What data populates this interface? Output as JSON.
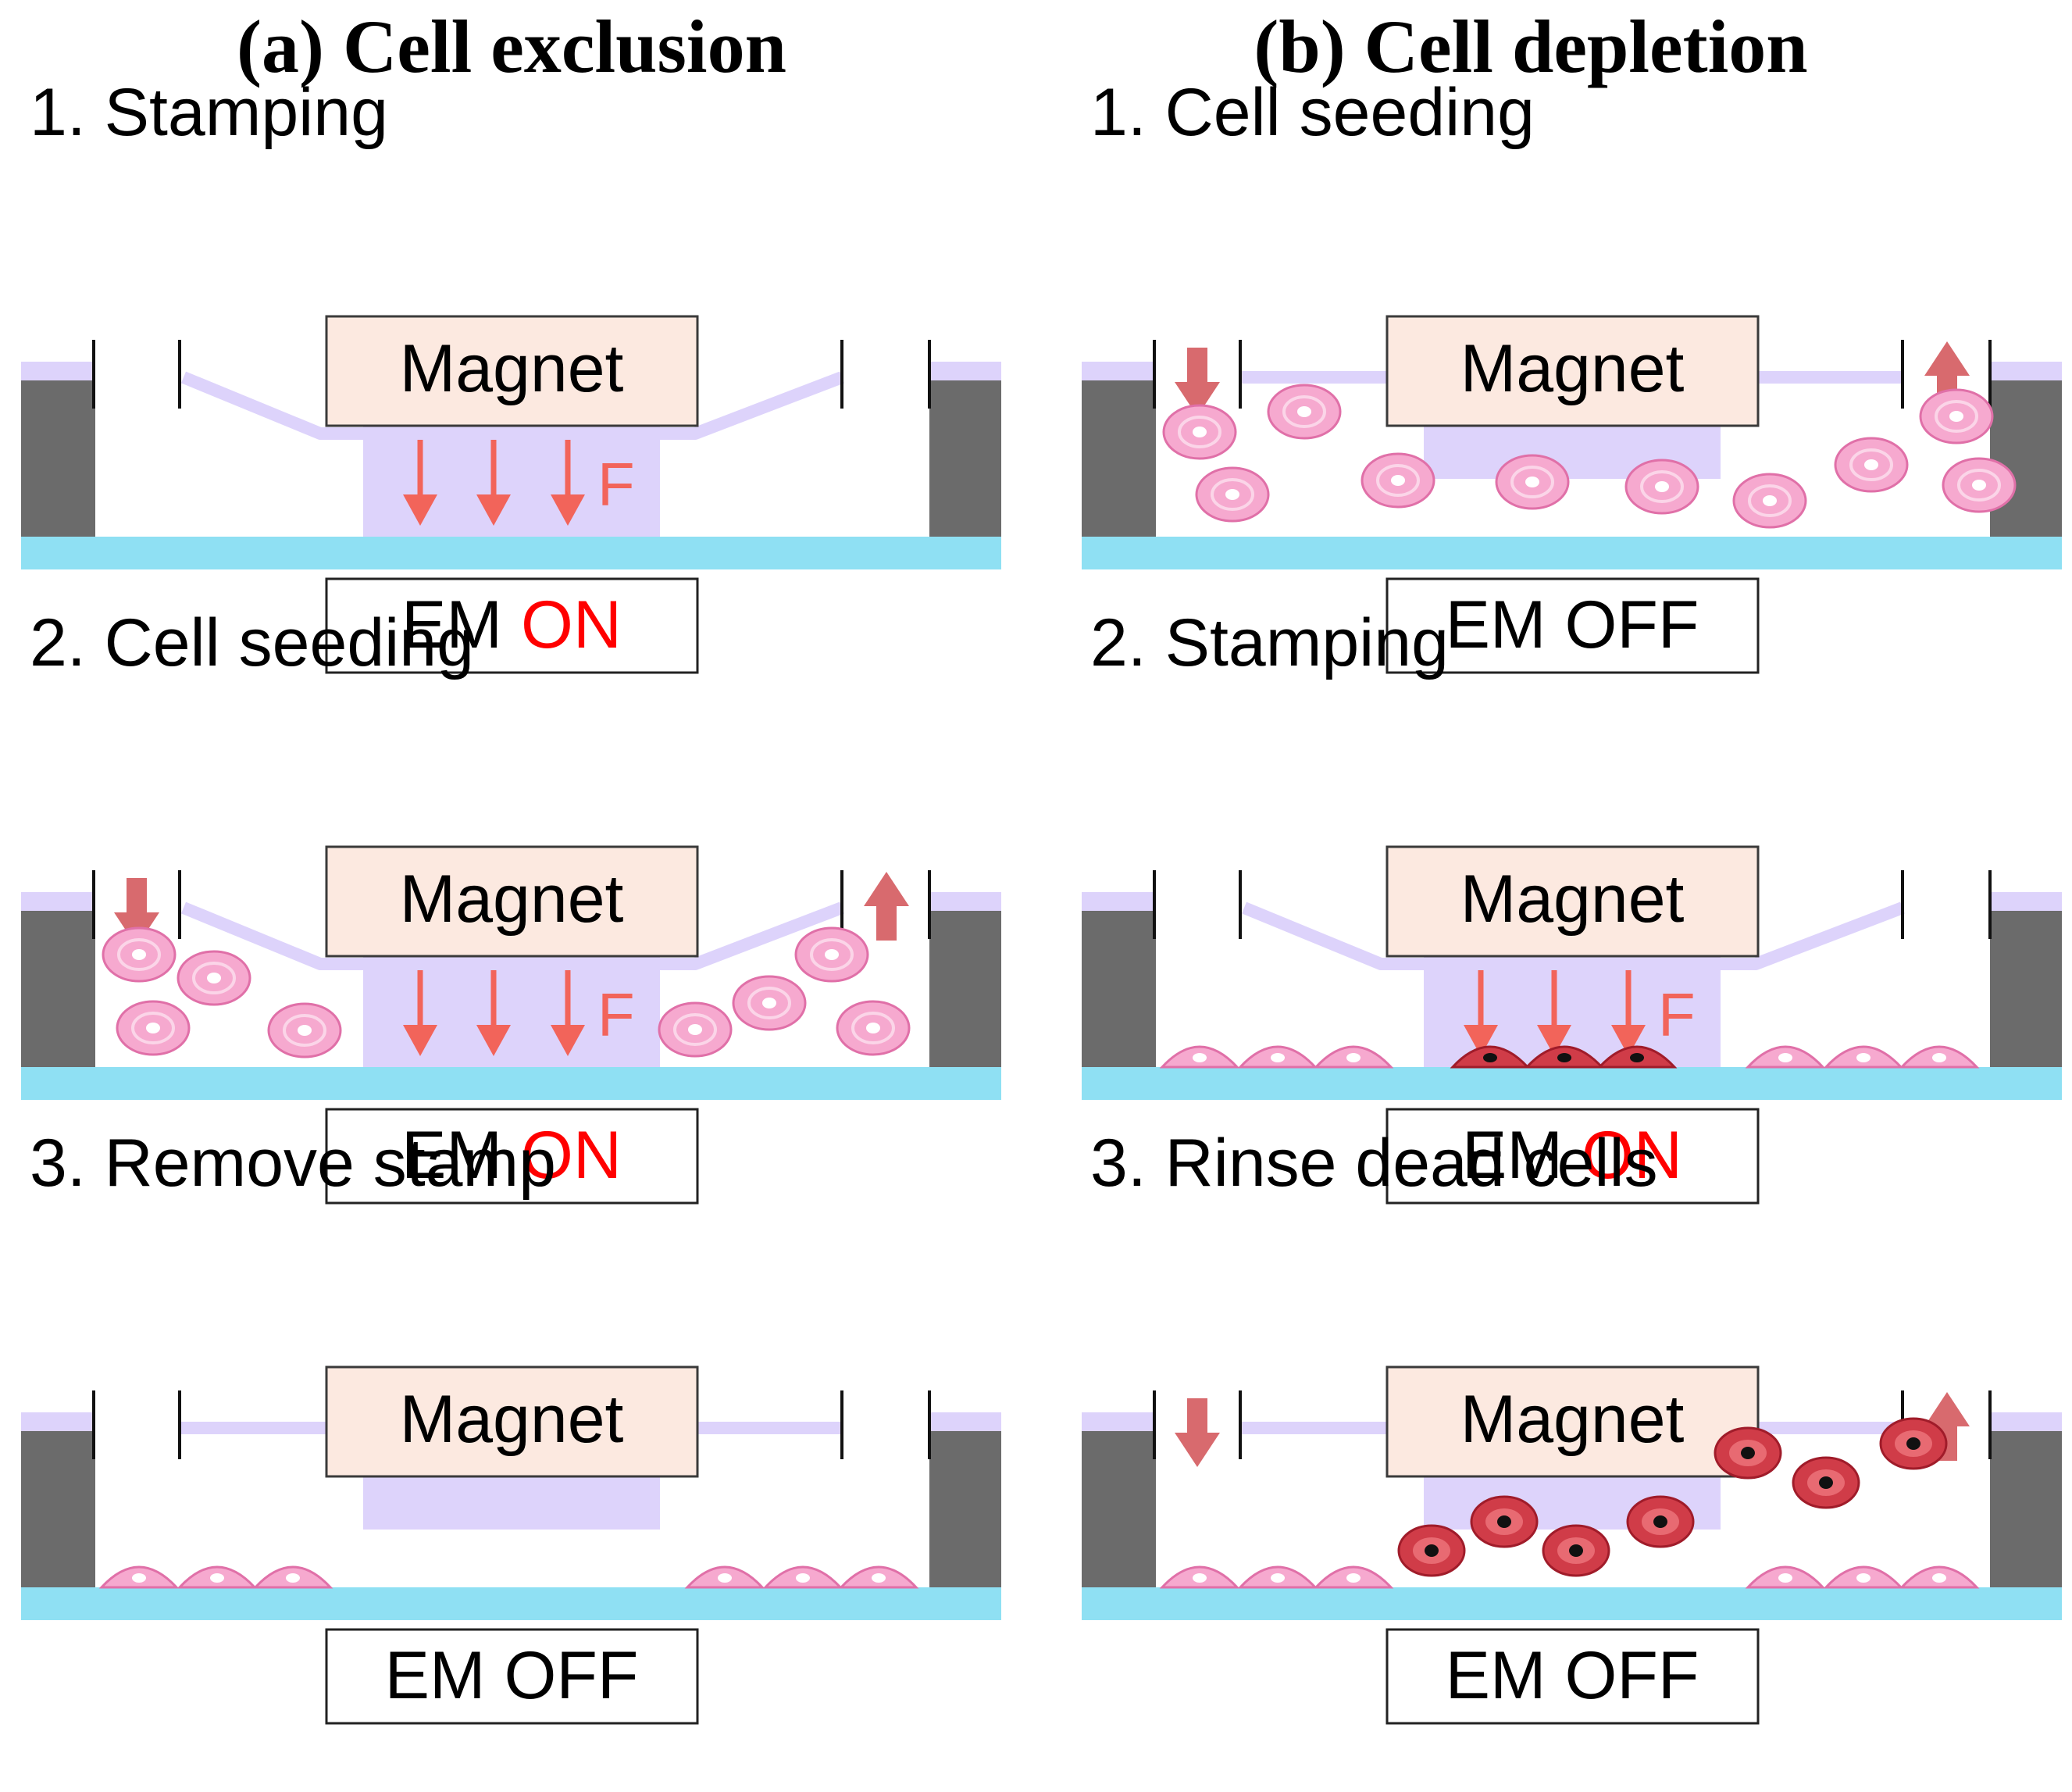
{
  "colors": {
    "wall": "#6b6b6b",
    "glass": "#8fe0f3",
    "membrane": "#ddd3fb",
    "membrane_stroke": "#c8bdf4",
    "magnet_fill": "#fce9e0",
    "force_arrow": "#f2645a",
    "flow_arrow": "#d86a6e",
    "live_cell": "#f6a9cf",
    "live_cell_edge": "#e070a8",
    "dead_cell": "#d03c48",
    "dead_cell_edge": "#a01c2a",
    "em_on": "#ff0000"
  },
  "columns": [
    {
      "title": "(a) Cell exclusion",
      "steps": [
        {
          "title": "1. Stamping",
          "magnet_label": "Magnet",
          "em_prefix": "EM ",
          "em_state": "ON",
          "force_label": "F",
          "stamp": "pressed",
          "flow_arrows": false,
          "cells": "none",
          "dead_cells": "none"
        },
        {
          "title": "2. Cell seeding",
          "magnet_label": "Magnet",
          "em_prefix": "EM ",
          "em_state": "ON",
          "force_label": "F",
          "stamp": "pressed",
          "flow_arrows": true,
          "cells": "floating",
          "dead_cells": "none"
        },
        {
          "title": "3. Remove stamp",
          "magnet_label": "Magnet",
          "em_prefix": "EM ",
          "em_state": "OFF",
          "force_label": "",
          "stamp": "raised",
          "flow_arrows": false,
          "cells": "attached",
          "dead_cells": "none"
        }
      ]
    },
    {
      "title": "(b) Cell depletion",
      "steps": [
        {
          "title": "1. Cell seeding",
          "magnet_label": "Magnet",
          "em_prefix": "EM ",
          "em_state": "OFF",
          "force_label": "",
          "stamp": "raised",
          "flow_arrows": true,
          "cells": "floating",
          "dead_cells": "none"
        },
        {
          "title": "2. Stamping",
          "magnet_label": "Magnet",
          "em_prefix": "EM ",
          "em_state": "ON",
          "force_label": "F",
          "stamp": "pressed",
          "flow_arrows": false,
          "cells": "attached",
          "dead_cells": "attached"
        },
        {
          "title": "3. Rinse dead cells",
          "magnet_label": "Magnet",
          "em_prefix": "EM ",
          "em_state": "OFF",
          "force_label": "",
          "stamp": "raised",
          "flow_arrows": true,
          "cells": "attached",
          "dead_cells": "floating"
        }
      ]
    }
  ]
}
